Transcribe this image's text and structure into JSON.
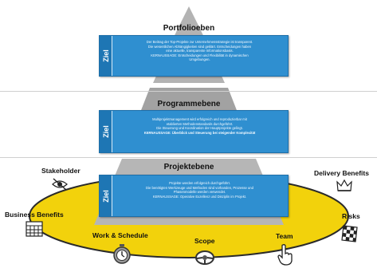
{
  "tiers": [
    {
      "title": "Portfolioeben",
      "goal_tab": "Ziel",
      "lines": [
        "Der Beitrag der Top-Projekte zur Unternehmensstrategie ist transparent.",
        "Die wesentlichen Abhängigkeiten sind geklärt. Entscheidungen haben",
        "eine aktuelle, transparente Informationsbasis.",
        "KERNAUSSAGE: Entscheidungen und Flexibilität in dynamischen",
        "Umgebungen."
      ]
    },
    {
      "title": "Programmebene",
      "goal_tab": "Ziel",
      "lines": [
        "Multiprojektmanagement wird erfolgreich und reproduzierbar mit",
        "etablierten Methodenstandards durchgeführt.",
        "Die Steuerung und Koordination der Hauptprojekte gelingt.",
        "KERNAUSSAGE: Überblick und Steuerung bei steigender Komplexität"
      ]
    },
    {
      "title": "Projektebene",
      "goal_tab": "Ziel",
      "lines": [
        "Projekte werden erfolgreich durchgeführt.",
        "Die benötigten Werkzeuge und Methoden sind vorhanden, Prozesse und",
        "Phasenmodelle werden verwendet.",
        "KERNAUSSAGE: Operative Exzellenz und Disziplin im Projekt."
      ]
    }
  ],
  "aspects": {
    "stakeholder": "Stakeholder",
    "delivery_benefits": "Delivery Benefits",
    "business_benefits": "Business Benefits",
    "risks": "Risks",
    "work_schedule": "Work & Schedule",
    "scope": "Scope",
    "team": "Team"
  },
  "icons": {
    "stakeholder": "eye-icon",
    "delivery_benefits": "crown-icon",
    "business_benefits": "calendar-grid-icon",
    "risks": "checkered-flag-icon",
    "work_schedule": "stopwatch-icon",
    "scope": "steering-wheel-icon",
    "team": "hand-pointer-icon"
  },
  "colors": {
    "ellipse_fill": "#f2d20c",
    "ellipse_stroke": "#2a2a2a",
    "pyramid_top": "#b3b3b3",
    "pyramid_mid": "#a2a2a2",
    "pyramid_base": "#b6b6b6",
    "goal_box": "#2f8fd0",
    "goal_tab": "#1e76b4"
  }
}
